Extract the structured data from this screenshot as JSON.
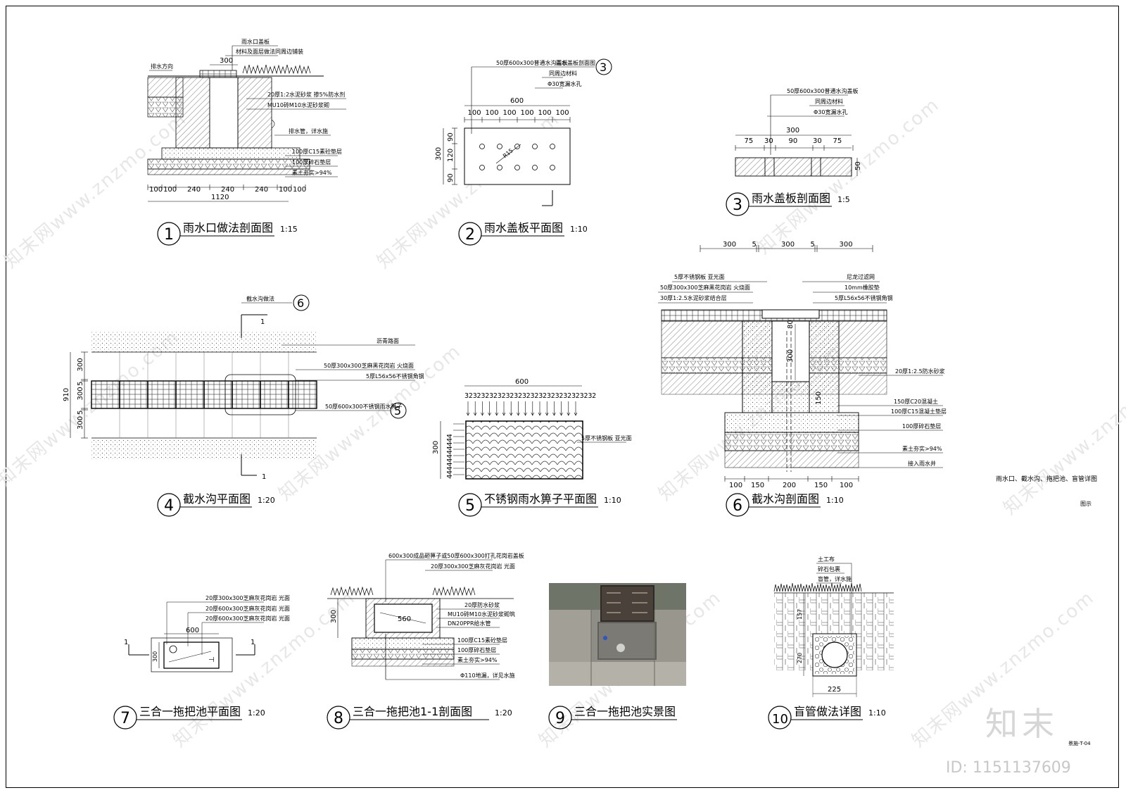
{
  "watermark": {
    "site": "知末网www.znzmo.com",
    "brand": "知末",
    "id_label": "ID: 1151137609"
  },
  "sheet": {
    "side_title": "雨水口、截水沟、拖把池、盲管详图",
    "side_sub": "图示",
    "code": "景施-T-04"
  },
  "captions": [
    {
      "num": "1",
      "title": "雨水口做法剖面图",
      "scale": "1:15"
    },
    {
      "num": "2",
      "title": "雨水盖板平面图",
      "scale": "1:10"
    },
    {
      "num": "3",
      "title": "雨水盖板剖面图",
      "scale": "1:5"
    },
    {
      "num": "4",
      "title": "截水沟平面图",
      "scale": "1:20"
    },
    {
      "num": "5",
      "title": "不锈钢雨水箅子平面图",
      "scale": "1:10"
    },
    {
      "num": "6",
      "title": "截水沟剖面图",
      "scale": "1:10"
    },
    {
      "num": "7",
      "title": "三合一拖把池平面图",
      "scale": "1:20"
    },
    {
      "num": "8",
      "title": "三合一拖把池1-1剖面图",
      "scale": "1:20"
    },
    {
      "num": "9",
      "title": "三合一拖把池实景图",
      "scale": ""
    },
    {
      "num": "10",
      "title": "盲管做法详图",
      "scale": "1:10"
    }
  ],
  "d1": {
    "labels": [
      "雨水口盖板",
      "材料及面层做法同周边铺装",
      "排水方向",
      "20厚1:2水泥砂浆 掺5%防水剂",
      "MU10砖M10水泥砂浆砌",
      "排水管，详水施",
      "100厚C15素砼垫层",
      "100厚碎石垫层",
      "素土夯实>94%"
    ],
    "top_dim": "300",
    "dims": [
      "100",
      "100",
      "240",
      "240",
      "240",
      "100",
      "100"
    ],
    "total": "1120"
  },
  "d2": {
    "labels": [
      "50厚600x300普通水沟盖板",
      "雨水盖板剖面图",
      "同周边材料",
      "Φ30宽漏水孔"
    ],
    "callout": "3",
    "top_total": "600",
    "top_dims": [
      "100",
      "100",
      "100",
      "100",
      "100",
      "100"
    ],
    "side_dims": [
      "90",
      "120",
      "90"
    ],
    "side_total": "300",
    "radius": "R15"
  },
  "d3": {
    "labels": [
      "50厚600x300普通水沟盖板",
      "同周边材料",
      "Φ30宽漏水孔"
    ],
    "total": "300",
    "dims": [
      "75",
      "30",
      "90",
      "30",
      "75"
    ],
    "height": "50"
  },
  "d4": {
    "callout_label": "截水沟做法",
    "callout": "6",
    "callout5": "5",
    "section_mark": "1",
    "labels": [
      "沥青路面",
      "50厚300x300芝麻黑花岗岩 火烧面",
      "5厚L56x56不锈钢角钢",
      "50厚600x300不锈钢雨水箅子"
    ],
    "dims": [
      "300",
      "5",
      "300",
      "5",
      "300"
    ],
    "total": "910"
  },
  "d5": {
    "top": "600",
    "tick_row": "32323232323232323232323232323232",
    "side_ticks": "44444444444",
    "side": "300",
    "label": "5厚不锈钢板 亚光面"
  },
  "d6": {
    "top_dims": [
      "300",
      "5",
      "300",
      "5",
      "300"
    ],
    "labels_left": [
      "5厚不锈钢板 亚光面",
      "50厚300x300芝麻黑花岗岩 火烧面",
      "30厚1:2.5水泥砂浆结合层"
    ],
    "labels_right": [
      "尼龙过滤网",
      "10mm橡胶垫",
      "5厚L56x56不锈钢角钢",
      "20厚1:2.5防水砂浆",
      "150厚C20混凝土",
      "100厚C15混凝土垫层",
      "100厚碎石垫层",
      "素土夯实>94%",
      "接入雨水井"
    ],
    "v_dims": [
      "80",
      "300",
      "150"
    ],
    "bottom_dims": [
      "100",
      "150",
      "200",
      "150",
      "100"
    ]
  },
  "d7": {
    "labels": [
      "20厚300x300芝麻灰花岗岩 光面",
      "20厚600x300芝麻灰花岗岩 光面",
      "20厚600x300芝麻灰花岗岩 光面"
    ],
    "width": "600",
    "height": "300",
    "mark": "1"
  },
  "d8": {
    "labels": [
      "600x300成品砸箅子或50厚600x300打孔花岗岩盖板",
      "20厚300x300芝麻灰花岗岩 光面",
      "20厚防水砂浆",
      "MU10砖M10水泥砂浆砌筑",
      "DN20PPR给水管",
      "100厚C15素砼垫层",
      "100厚碎石垫层",
      "素土夯实>94%",
      "Φ110地漏，详见水施"
    ],
    "inner": "560",
    "height": "300"
  },
  "d10": {
    "labels": [
      "土工布",
      "碎石包裹",
      "盲管，详水施"
    ],
    "dims": [
      "157",
      "270"
    ],
    "width": "225"
  }
}
